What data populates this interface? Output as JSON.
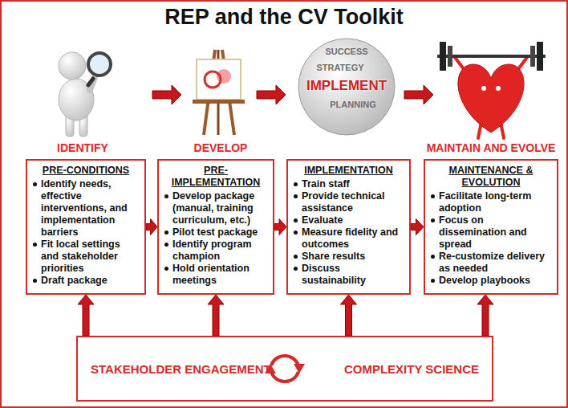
{
  "diagram": {
    "title": "REP and the CV Toolkit",
    "nodes": [
      {
        "text": [
          "PRE-CONDITIONS",
          "Identify needs, effective interventions, and implementation barriers",
          "Fit local settings and stakeholder priorities",
          "Draft package"
        ]
      },
      {
        "text": [
          "PRE-IMPLEMENTATION",
          "Develop package (manual, training curriculum, etc.)",
          "Pilot test package",
          "Identify program champion",
          "Hold orientation meetings"
        ]
      },
      {
        "text": [
          "IMPLEMENTATION",
          "Train staff",
          "Provide technical assistance",
          "Evaluate",
          "Measure fidelity and outcomes",
          "Share results",
          "Discuss sustainability"
        ]
      },
      {
        "text": [
          "MAINTENANCE & EVOLUTION",
          "Facilitate long-term adoption",
          "Focus on dissemination and spread",
          "Re-customize delivery as needed",
          "Develop playbooks"
        ]
      },
      {
        "text": [
          "STAKEHOLDER ENGAGEMENT",
          "COMPLEXITY SCIENCE"
        ]
      }
    ],
    "edges": [
      {
        "from": 0,
        "to": 1,
        "arrow": "to"
      },
      {
        "from": 1,
        "to": 2,
        "arrow": "to"
      },
      {
        "from": 2,
        "to": 3,
        "arrow": "to"
      },
      {
        "from": 4,
        "to": 0,
        "arrow": "to"
      },
      {
        "from": 4,
        "to": 1,
        "arrow": "to"
      },
      {
        "from": 4,
        "to": 2,
        "arrow": "to"
      },
      {
        "from": 4,
        "to": 3,
        "arrow": "to"
      }
    ],
    "labels": [
      "IDENTIFY",
      "DEVELOP",
      "SUCCESS",
      "STRATEGY",
      "IMPLEMENT",
      "PLANNING",
      "MAINTAIN AND EVOLVE"
    ]
  }
}
